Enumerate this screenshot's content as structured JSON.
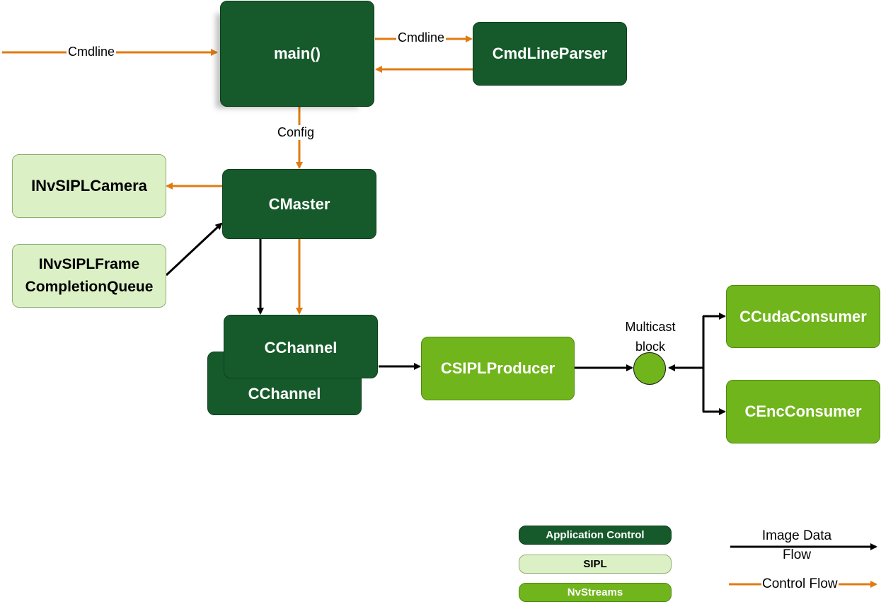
{
  "nodes": {
    "main": "main()",
    "cmdline_parser": "CmdLineParser",
    "cmaster": "CMaster",
    "camera": "INvSIPLCamera",
    "frame_queue_line1": "INvSIPLFrame",
    "frame_queue_line2": "CompletionQueue",
    "cchannel_front": "CChannel",
    "cchannel_back": "CChannel",
    "producer": "CSIPLProducer",
    "cuda_consumer": "CCudaConsumer",
    "enc_consumer": "CEncConsumer"
  },
  "edge_labels": {
    "cmdline_in": "Cmdline",
    "cmdline_to_parser": "Cmdline",
    "config": "Config"
  },
  "multicast": {
    "line1": "Multicast",
    "line2": "block"
  },
  "legend": {
    "application_control": "Application Control",
    "sipl": "SIPL",
    "nvstreams": "NvStreams",
    "image_data_flow_line1": "Image Data",
    "image_data_flow_line2": "Flow",
    "control_flow": "Control Flow"
  },
  "colors": {
    "application_control": "#165a2b",
    "sipl": "#dcf0c6",
    "nvstreams": "#71b51c",
    "control_flow_arrow": "#e07b10",
    "image_data_arrow": "#000000"
  }
}
